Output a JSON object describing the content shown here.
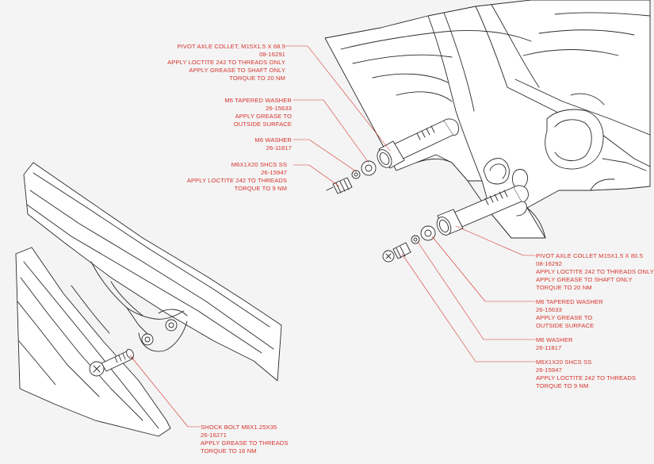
{
  "colors": {
    "accent": "#d6342c",
    "line": "#2a2a2a",
    "fill": "#ffffff",
    "background": "#f4f4f4"
  },
  "callouts": {
    "upper_collet": [
      "PIVOT AXLE COLLET, M15X1.5 X 68.5",
      "08-16291",
      "APPLY LOCTITE 242 TO THREADS ONLY",
      "APPLY GREASE TO SHAFT ONLY",
      "TORQUE TO 20 NM"
    ],
    "upper_tapered_washer": [
      "M6 TAPERED WASHER",
      "26-15633",
      "APPLY GREASE TO",
      "OUTSIDE SURFACE"
    ],
    "upper_washer": [
      "M6 WASHER",
      "26-11817"
    ],
    "upper_shcs": [
      "M6X1X20 SHCS SS",
      "26-15947",
      "APPLY LOCTITE 242 TO THREADS",
      "TORQUE TO 9 NM"
    ],
    "lower_collet": [
      "PIVOT AXLE COLLET M15X1.5 X 80.5",
      "08-16292",
      "APPLY LOCTITE 242 TO THREADS ONLY",
      "APPLY GREASE TO SHAFT ONLY",
      "TORQUE TO 20 NM"
    ],
    "lower_tapered_washer": [
      "M6 TAPERED WASHER",
      "26-15633",
      "APPLY GREASE TO",
      "OUTSIDE SURFACE"
    ],
    "lower_washer": [
      "M6 WASHER",
      "26-11817"
    ],
    "lower_shcs": [
      "M6X1X20 SHCS SS",
      "26-15947",
      "APPLY LOCTITE 242 TO THREADS",
      "TORQUE TO 9 NM"
    ],
    "shock_bolt": [
      "SHOCK BOLT M8X1.25X35",
      "26-16271",
      "APPLY GREASE TO THREADS",
      "TORQUE TO 16 NM"
    ]
  }
}
